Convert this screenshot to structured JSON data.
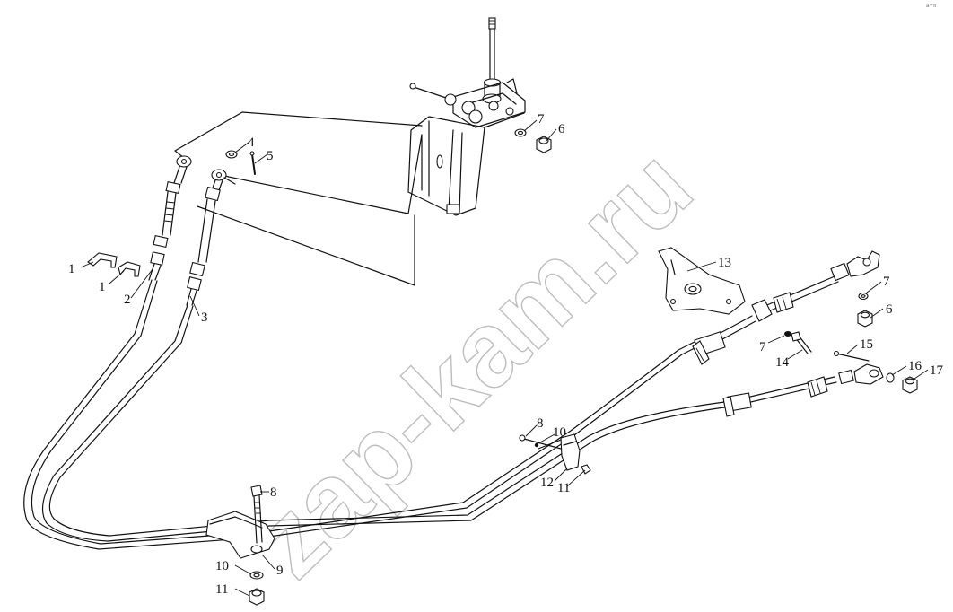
{
  "watermark": "zap-kam.ru",
  "corner_mark": "ᵃ⁻ⁿ",
  "labels": {
    "l1a": "1",
    "l1b": "1",
    "l2": "2",
    "l3": "3",
    "l4": "4",
    "l5": "5",
    "l6a": "6",
    "l6b": "6",
    "l7a": "7",
    "l7b": "7",
    "l7c": "7",
    "l8a": "8",
    "l8b": "8",
    "l9": "9",
    "l10a": "10",
    "l10b": "10",
    "l11a": "11",
    "l11b": "11",
    "l12": "12",
    "l13": "13",
    "l14": "14",
    "l15": "15",
    "l16": "16",
    "l17": "17"
  }
}
